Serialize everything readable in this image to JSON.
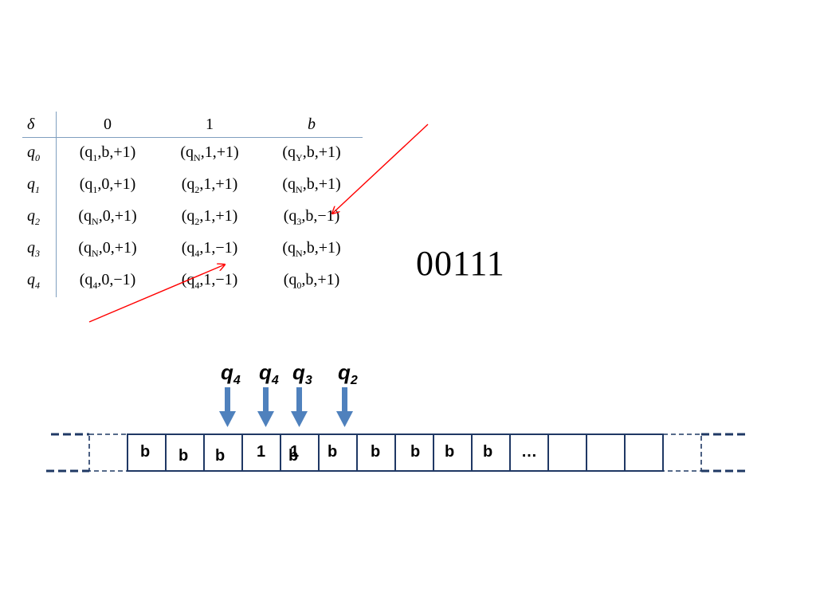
{
  "table": {
    "corner": "δ",
    "columns": [
      "0",
      "1",
      "b"
    ],
    "rows": [
      {
        "state": "q",
        "state_sub": "0",
        "cells": [
          {
            "open": "(q",
            "sub": "1",
            "rest": ",b,+1)"
          },
          {
            "open": "(q",
            "sub": "N",
            "rest": ",1,+1)"
          },
          {
            "open": "(q",
            "sub": "Y",
            "rest": ",b,+1)"
          }
        ]
      },
      {
        "state": "q",
        "state_sub": "1",
        "cells": [
          {
            "open": "(q",
            "sub": "1",
            "rest": ",0,+1)"
          },
          {
            "open": "(q",
            "sub": "2",
            "rest": ",1,+1)"
          },
          {
            "open": "(q",
            "sub": "N",
            "rest": ",b,+1)"
          }
        ]
      },
      {
        "state": "q",
        "state_sub": "2",
        "cells": [
          {
            "open": "(q",
            "sub": "N",
            "rest": ",0,+1)"
          },
          {
            "open": "(q",
            "sub": "2",
            "rest": ",1,+1)"
          },
          {
            "open": "(q",
            "sub": "3",
            "rest": ",b,−1)"
          }
        ]
      },
      {
        "state": "q",
        "state_sub": "3",
        "cells": [
          {
            "open": "(q",
            "sub": "N",
            "rest": ",0,+1)"
          },
          {
            "open": "(q",
            "sub": "4",
            "rest": ",1,−1)"
          },
          {
            "open": "(q",
            "sub": "N",
            "rest": ",b,+1)"
          }
        ]
      },
      {
        "state": "q",
        "state_sub": "4",
        "cells": [
          {
            "open": "(q",
            "sub": "4",
            "rest": ",0,−1)"
          },
          {
            "open": "(q",
            "sub": "4",
            "rest": ",1,−1)"
          },
          {
            "open": "(q",
            "sub": "0",
            "rest": ",b,+1)"
          }
        ]
      }
    ]
  },
  "input_word": "00111",
  "head_labels": [
    {
      "letter": "q",
      "sub": "4"
    },
    {
      "letter": "q",
      "sub": "4"
    },
    {
      "letter": "q",
      "sub": "3"
    },
    {
      "letter": "q",
      "sub": "2"
    }
  ],
  "tape_symbols": [
    "b",
    "b",
    "b",
    "1",
    "1",
    "b",
    "b",
    "b",
    "b",
    "b",
    "b",
    "…"
  ],
  "colors": {
    "tape_border": "#1f3864",
    "arrow": "#4f81bd",
    "pointer_line": "#ff0000",
    "table_rule": "#7f9fbf"
  }
}
